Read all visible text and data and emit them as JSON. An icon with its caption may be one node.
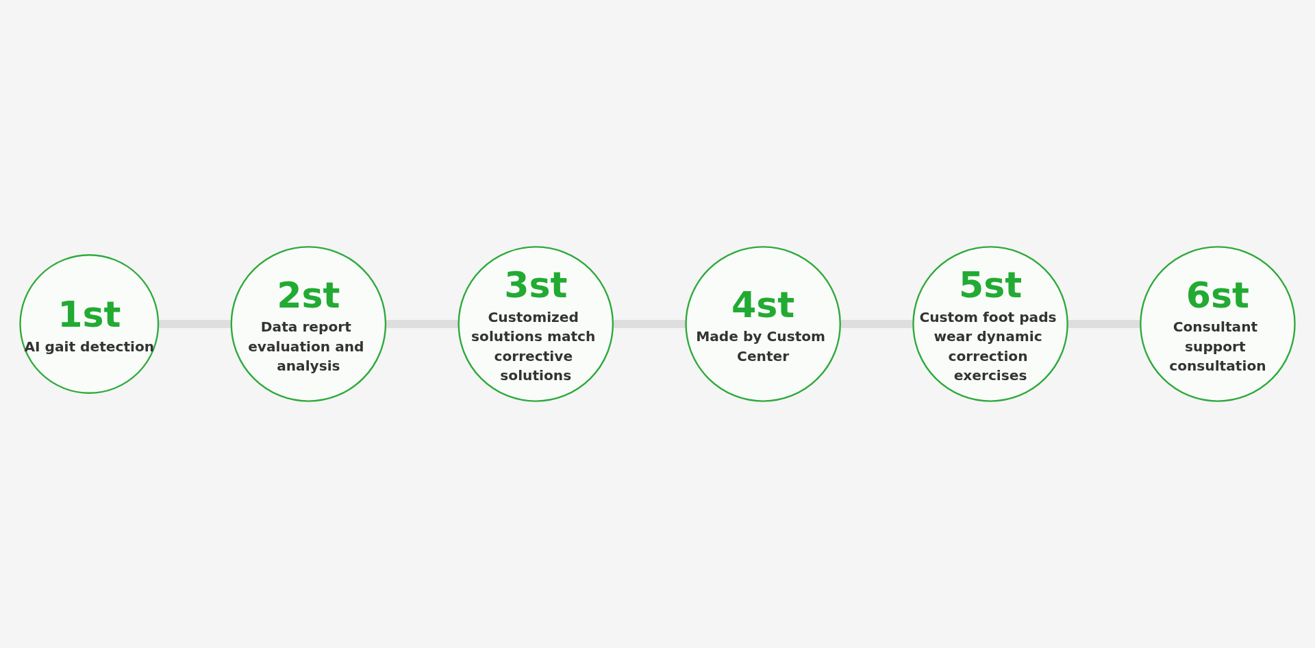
{
  "diagram": {
    "nodes": [
      {
        "text": [
          "1st",
          "AI gait detection"
        ]
      },
      {
        "text": [
          "2st",
          "Data report evaluation and analysis"
        ]
      },
      {
        "text": [
          "3st",
          "Customized solutions match corrective solutions"
        ]
      },
      {
        "text": [
          "4st",
          "Made by Custom Center"
        ]
      },
      {
        "text": [
          "5st",
          "Custom foot pads wear dynamic correction exercises"
        ]
      },
      {
        "text": [
          "6st",
          "Consultant support consultation"
        ]
      }
    ],
    "edges": [
      {
        "from": 0,
        "to": 1,
        "arrow": "none"
      },
      {
        "from": 1,
        "to": 2,
        "arrow": "none"
      },
      {
        "from": 2,
        "to": 3,
        "arrow": "none"
      },
      {
        "from": 3,
        "to": 4,
        "arrow": "none"
      },
      {
        "from": 4,
        "to": 5,
        "arrow": "none"
      }
    ]
  }
}
